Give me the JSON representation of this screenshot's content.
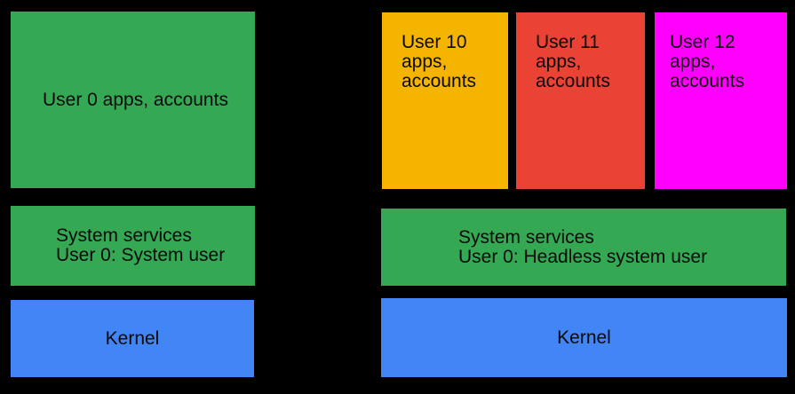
{
  "diagram": {
    "background_color": "#000000",
    "text_color": "#0a0a0a",
    "colors": {
      "green": "#34A853",
      "blue": "#4285F4",
      "yellow": "#F4B400",
      "red": "#EA4335",
      "magenta": "#FF00FF"
    },
    "left_device": {
      "user_apps": {
        "label": "User 0 apps, accounts",
        "color": "#34A853"
      },
      "system_services": {
        "lines": [
          "System services",
          "User 0: System user"
        ],
        "color": "#34A853"
      },
      "kernel": {
        "label": "Kernel",
        "color": "#4285F4"
      }
    },
    "right_device": {
      "user_blocks": [
        {
          "lines": [
            "User 10",
            "apps,",
            "accounts"
          ],
          "color": "#F4B400"
        },
        {
          "lines": [
            "User 11",
            "apps,",
            "accounts"
          ],
          "color": "#EA4335"
        },
        {
          "lines": [
            "User 12",
            "apps,",
            "accounts"
          ],
          "color": "#FF00FF"
        }
      ],
      "system_services": {
        "lines": [
          "System services",
          "User 0: Headless system user"
        ],
        "color": "#34A853"
      },
      "kernel": {
        "label": "Kernel",
        "color": "#4285F4"
      }
    }
  }
}
